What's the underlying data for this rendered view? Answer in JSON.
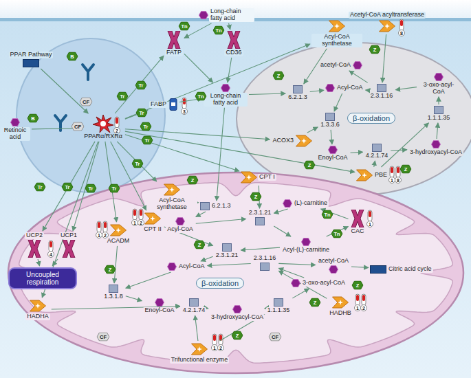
{
  "diagram": {
    "nodes": [
      {
        "text": [
          "Long-chain fatty acid"
        ]
      },
      {
        "text": [
          "FATP"
        ]
      },
      {
        "text": [
          "CD36"
        ]
      },
      {
        "text": [
          "PPAR Pathway"
        ]
      },
      {
        "text": [
          "Retinoic acid"
        ]
      },
      {
        "text": [
          "PPARα/RXRα"
        ]
      },
      {
        "text": [
          "FABP"
        ]
      },
      {
        "text": [
          "Long-chain fatty acid"
        ]
      },
      {
        "text": [
          "β-oxidation"
        ]
      },
      {
        "text": [
          "Acyl-CoA synthetase"
        ]
      },
      {
        "text": [
          "Acetyl-CoA acyltransferase"
        ]
      },
      {
        "text": [
          "acetyl-CoA"
        ],
        "in": 8
      },
      {
        "text": [
          "6.2.1.3"
        ],
        "in": 8
      },
      {
        "text": [
          "Acyl-CoA"
        ],
        "in": 8
      },
      {
        "text": [
          "2.3.1.16"
        ],
        "in": 8
      },
      {
        "text": [
          "3-oxo-acyl-CoA"
        ],
        "in": 8
      },
      {
        "text": [
          "1.3.3.6"
        ],
        "in": 8
      },
      {
        "text": [
          "ACOX3"
        ],
        "in": 8
      },
      {
        "text": [
          "Enoyl-CoA"
        ],
        "in": 8
      },
      {
        "text": [
          "4.2.1.74"
        ],
        "in": 8
      },
      {
        "text": [
          "1.1.1.35"
        ],
        "in": 8
      },
      {
        "text": [
          "3-hydroxyacyl-CoA"
        ],
        "in": 8
      },
      {
        "text": [
          "PBE"
        ],
        "in": 8
      },
      {
        "text": [
          "β-oxidation"
        ]
      },
      {
        "text": [
          "Acyl-CoA synthetase"
        ],
        "in": 23
      },
      {
        "text": [
          "CPT I"
        ],
        "in": 23
      },
      {
        "text": [
          "6.2.1.3"
        ],
        "in": 23
      },
      {
        "text": [
          "(L)-carnitine"
        ],
        "in": 23
      },
      {
        "text": [
          "Acyl-CoA"
        ],
        "in": 23
      },
      {
        "text": [
          "2.3.1.21"
        ],
        "in": 23
      },
      {
        "text": [
          "CPT II"
        ],
        "in": 23
      },
      {
        "text": [
          "ACADM"
        ],
        "in": 23
      },
      {
        "text": [
          "UCP2"
        ],
        "in": 23
      },
      {
        "text": [
          "UCP1"
        ],
        "in": 23
      },
      {
        "text": [
          "Uncoupled respiration"
        ],
        "in": 23
      },
      {
        "text": [
          "CAC"
        ],
        "in": 23
      },
      {
        "text": [
          "Acyl-(L)-carnitine"
        ],
        "in": 23
      },
      {
        "text": [
          "2.3.1.21"
        ],
        "in": 23
      },
      {
        "text": [
          "HADHA"
        ],
        "in": 23
      },
      {
        "text": [
          "Acyl-CoA"
        ],
        "in": 23
      },
      {
        "text": [
          "1.3.1.8"
        ],
        "in": 23
      },
      {
        "text": [
          "Enoyl-CoA"
        ],
        "in": 23
      },
      {
        "text": [
          "4.2.1.74"
        ],
        "in": 23
      },
      {
        "text": [
          "3-hydroxyacyl-CoA"
        ],
        "in": 23
      },
      {
        "text": [
          "1.1.1.35"
        ],
        "in": 23
      },
      {
        "text": [
          "3-oxo-acyl-CoA"
        ],
        "in": 23
      },
      {
        "text": [
          "2.3.1.16"
        ],
        "in": 23
      },
      {
        "text": [
          "acetyl-CoA"
        ],
        "in": 23
      },
      {
        "text": [
          "Citric acid cycle"
        ],
        "in": 23
      },
      {
        "text": [
          "HADHB"
        ],
        "in": 23
      },
      {
        "text": [
          "Trifunctional enzyme"
        ],
        "in": 23
      }
    ],
    "edges": [
      {
        "from": 0,
        "to": 1,
        "arrow": "to"
      },
      {
        "from": 0,
        "to": 2,
        "arrow": "to"
      },
      {
        "from": 1,
        "to": 7,
        "arrow": "to"
      },
      {
        "from": 2,
        "to": 7,
        "arrow": "to"
      },
      {
        "from": 3,
        "to": 5,
        "arrow": "to"
      },
      {
        "from": 4,
        "to": 5,
        "arrow": "to"
      },
      {
        "from": 5,
        "to": 6,
        "arrow": "to"
      },
      {
        "from": 5,
        "to": 1,
        "arrow": "to"
      },
      {
        "from": 5,
        "to": 9,
        "arrow": "to"
      },
      {
        "from": 5,
        "to": 17,
        "arrow": "to"
      },
      {
        "from": 5,
        "to": 22,
        "arrow": "to"
      },
      {
        "from": 6,
        "to": 7,
        "arrow": "to"
      },
      {
        "from": 7,
        "to": 12,
        "arrow": "to"
      },
      {
        "from": 7,
        "to": 26,
        "arrow": "to"
      },
      {
        "from": 9,
        "to": 12,
        "arrow": "to"
      },
      {
        "from": 12,
        "to": 13,
        "arrow": "to"
      },
      {
        "from": 13,
        "to": 16,
        "arrow": "to"
      },
      {
        "from": 17,
        "to": 16,
        "arrow": "to"
      },
      {
        "from": 16,
        "to": 18,
        "arrow": "to"
      },
      {
        "from": 18,
        "to": 19,
        "arrow": "to"
      },
      {
        "from": 22,
        "to": 19,
        "arrow": "to"
      },
      {
        "from": 19,
        "to": 21,
        "arrow": "to"
      },
      {
        "from": 21,
        "to": 20,
        "arrow": "to"
      },
      {
        "from": 22,
        "to": 20,
        "arrow": "to"
      },
      {
        "from": 20,
        "to": 15,
        "arrow": "to"
      },
      {
        "from": 15,
        "to": 14,
        "arrow": "to"
      },
      {
        "from": 14,
        "to": 13,
        "arrow": "to"
      },
      {
        "from": 14,
        "to": 11,
        "arrow": "to"
      },
      {
        "from": 10,
        "to": 14,
        "arrow": "to"
      },
      {
        "from": 5,
        "to": 24,
        "arrow": "to"
      },
      {
        "from": 5,
        "to": 25,
        "arrow": "to"
      },
      {
        "from": 5,
        "to": 30,
        "arrow": "to"
      },
      {
        "from": 5,
        "to": 31,
        "arrow": "to"
      },
      {
        "from": 5,
        "to": 32,
        "arrow": "to"
      },
      {
        "from": 5,
        "to": 33,
        "arrow": "to"
      },
      {
        "from": 5,
        "to": 38,
        "arrow": "to"
      },
      {
        "from": 24,
        "to": 26,
        "arrow": "to"
      },
      {
        "from": 26,
        "to": 28,
        "arrow": "to"
      },
      {
        "from": 28,
        "to": 29,
        "arrow": "to"
      },
      {
        "from": 25,
        "to": 29,
        "arrow": "to"
      },
      {
        "from": 27,
        "to": 29,
        "arrow": "to"
      },
      {
        "from": 29,
        "to": 36,
        "arrow": "to"
      },
      {
        "from": 36,
        "to": 35,
        "arrow": "to"
      },
      {
        "from": 35,
        "to": 27,
        "arrow": "to"
      },
      {
        "from": 36,
        "to": 37,
        "arrow": "to"
      },
      {
        "from": 30,
        "to": 37,
        "arrow": "to"
      },
      {
        "from": 37,
        "to": 39,
        "arrow": "to"
      },
      {
        "from": 39,
        "to": 40,
        "arrow": "to"
      },
      {
        "from": 31,
        "to": 40,
        "arrow": "to"
      },
      {
        "from": 40,
        "to": 41,
        "arrow": "to"
      },
      {
        "from": 41,
        "to": 42,
        "arrow": "to"
      },
      {
        "from": 38,
        "to": 42,
        "arrow": "to"
      },
      {
        "from": 42,
        "to": 43,
        "arrow": "to"
      },
      {
        "from": 43,
        "to": 44,
        "arrow": "to"
      },
      {
        "from": 50,
        "to": 44,
        "arrow": "to"
      },
      {
        "from": 44,
        "to": 45,
        "arrow": "to"
      },
      {
        "from": 45,
        "to": 46,
        "arrow": "to"
      },
      {
        "from": 49,
        "to": 46,
        "arrow": "to"
      },
      {
        "from": 46,
        "to": 39,
        "arrow": "to"
      },
      {
        "from": 46,
        "to": 47,
        "arrow": "to"
      },
      {
        "from": 47,
        "to": 48,
        "arrow": "to"
      },
      {
        "from": 32,
        "to": 34,
        "arrow": "to"
      },
      {
        "from": 33,
        "to": 34,
        "arrow": "to"
      },
      {
        "from": 50,
        "to": 42,
        "arrow": "to"
      }
    ],
    "labels": [
      "Tn",
      "Tn",
      "B",
      "B",
      "CF",
      "CF",
      "Tr",
      "Tr",
      "Tr",
      "Tr",
      "Tr",
      "Tn",
      "Tr",
      "Z",
      "Z",
      "Z",
      "Z",
      "Tr",
      "Tr",
      "Tr",
      "Tr",
      "Z",
      "Z",
      "Tn",
      "Z",
      "Tn",
      "Z",
      "Z",
      "Z",
      "Z",
      "CF",
      "CF",
      "2",
      "3",
      "8",
      "1",
      "8",
      "1",
      "2",
      "1",
      "2",
      "4",
      "1",
      "1",
      "2",
      "1",
      "2"
    ]
  }
}
